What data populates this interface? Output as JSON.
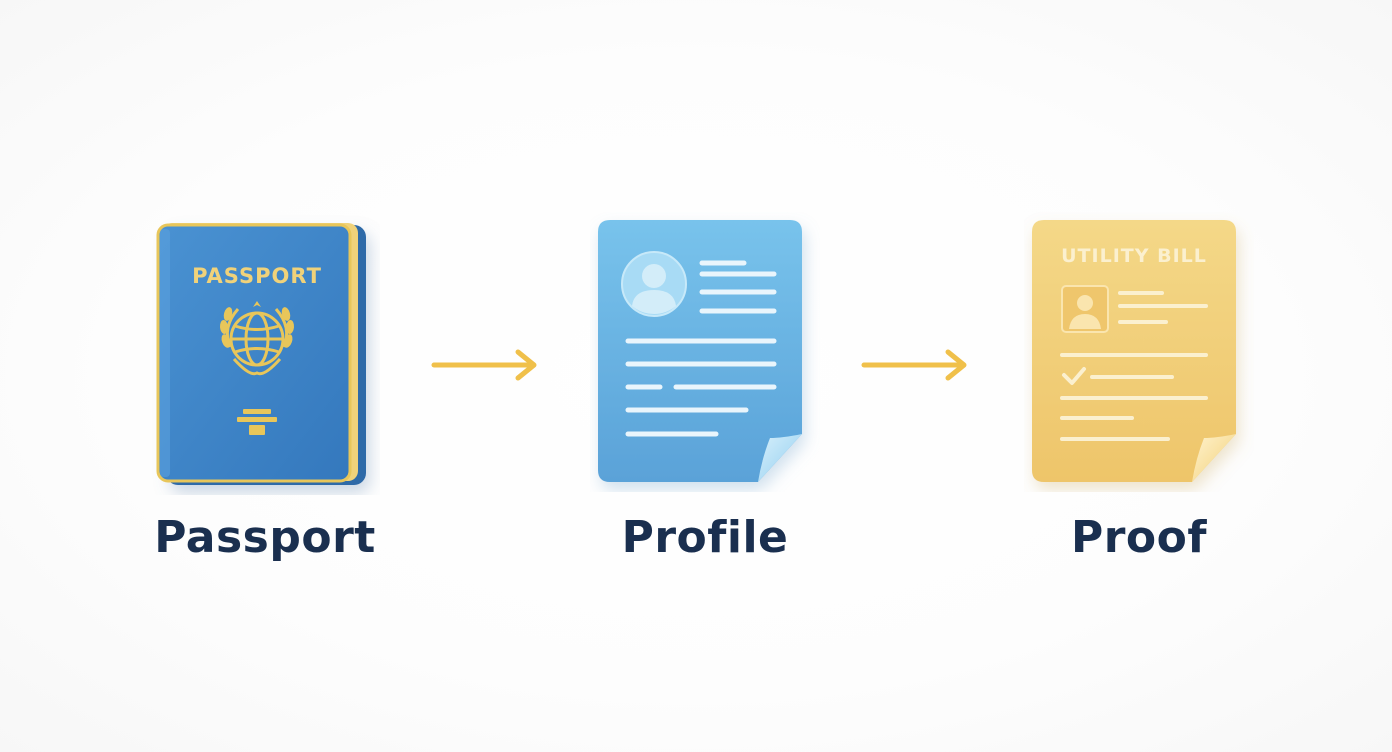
{
  "steps": [
    {
      "caption": "Passport",
      "cover_text": "PASSPORT",
      "icon": "passport-icon",
      "colors": {
        "cover": "#3f86c9",
        "trim": "#e8c65a"
      }
    },
    {
      "caption": "Profile",
      "icon": "profile-document-icon",
      "colors": {
        "paper": "#68b0e2",
        "lines": "#e9f5fc"
      }
    },
    {
      "caption": "Proof",
      "document_title": "UTILITY BILL",
      "icon": "utility-bill-icon",
      "colors": {
        "paper": "#f1cf75",
        "lines": "#fbf0cf"
      }
    }
  ],
  "connectors": [
    {
      "icon": "arrow-right-icon",
      "color": "#f0c04a"
    },
    {
      "icon": "arrow-right-icon",
      "color": "#f0c04a"
    }
  ]
}
